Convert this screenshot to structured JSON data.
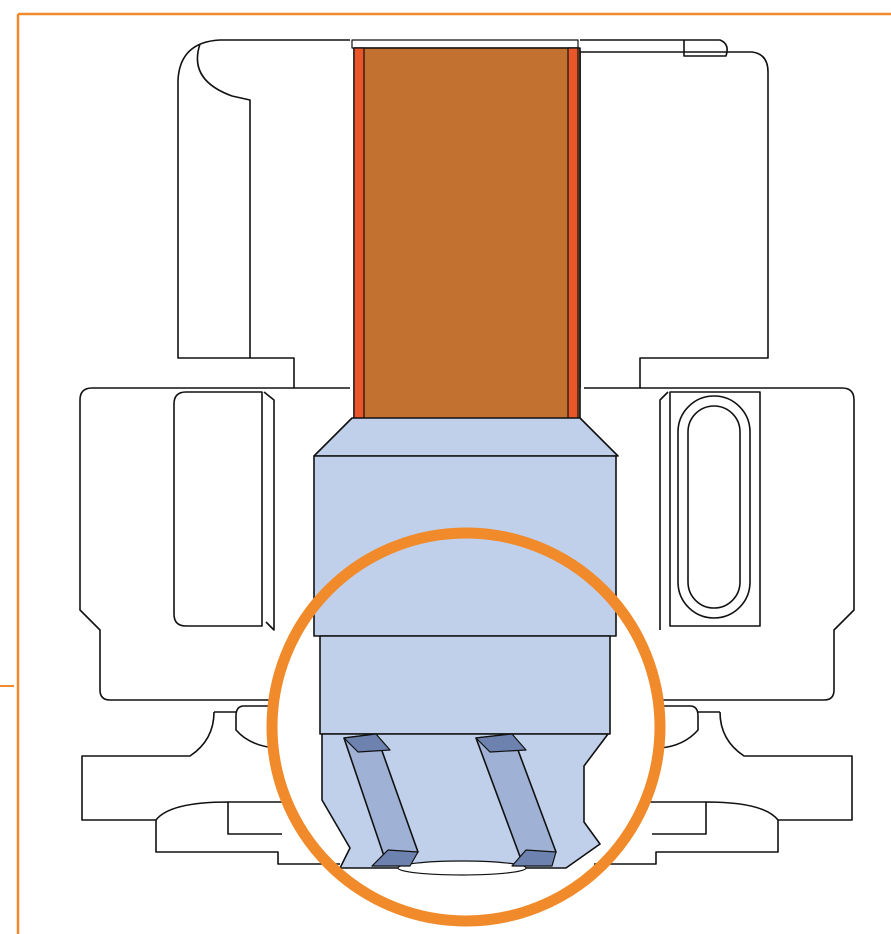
{
  "diagram": {
    "colors": {
      "frame_orange": "#f08a2a",
      "callout_orange": "#f08a2a",
      "shank_brown": "#c27130",
      "shank_edge_red": "#e8562a",
      "cutter_blue": "#c0d0ea",
      "insert_blue": "#9fb1d5",
      "insert_tip_dark": "#6d82ae",
      "line_black": "#111111",
      "background_white": "#ffffff"
    },
    "elements": [
      {
        "name": "outer-frame",
        "kind": "frame"
      },
      {
        "name": "housing-left",
        "kind": "machine-housing"
      },
      {
        "name": "housing-right",
        "kind": "machine-housing"
      },
      {
        "name": "shank",
        "kind": "tool-shank"
      },
      {
        "name": "cutter-body",
        "kind": "cutter"
      },
      {
        "name": "cutting-insert-left",
        "kind": "insert"
      },
      {
        "name": "cutting-insert-right",
        "kind": "insert"
      },
      {
        "name": "detail-callout-circle",
        "kind": "callout"
      }
    ]
  }
}
